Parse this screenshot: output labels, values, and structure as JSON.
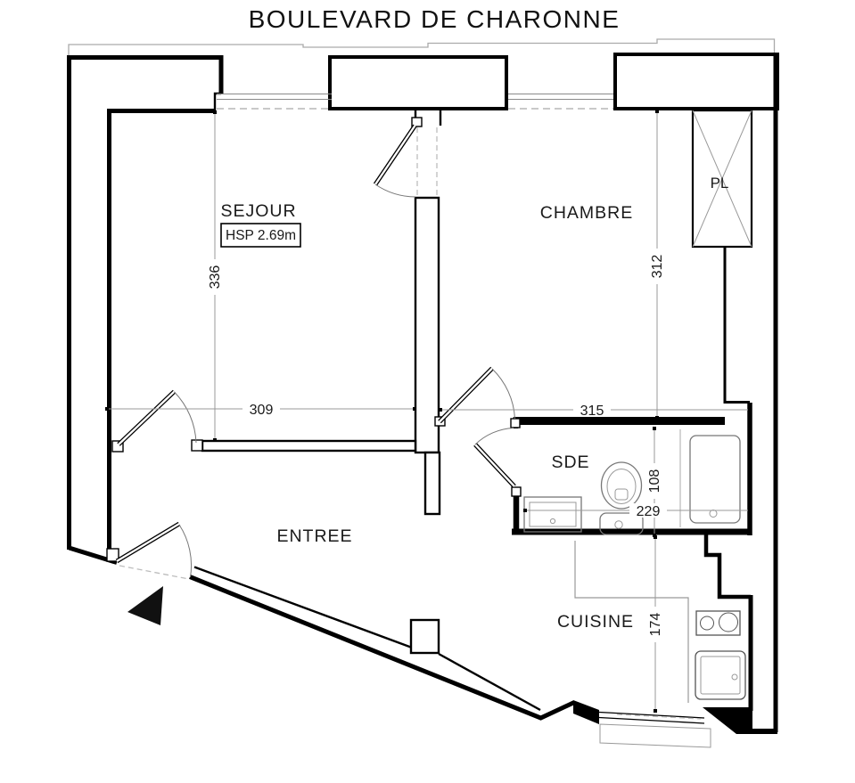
{
  "title": "BOULEVARD DE CHARONNE",
  "rooms": {
    "sejour": {
      "label": "SEJOUR",
      "ceiling": "HSP 2.69m"
    },
    "chambre": {
      "label": "CHAMBRE"
    },
    "entree": {
      "label": "ENTREE"
    },
    "cuisine": {
      "label": "CUISINE"
    },
    "sde": {
      "label": "SDE"
    },
    "placard": {
      "label": "PL"
    }
  },
  "dimensions": {
    "sejour_height": "336",
    "sejour_width": "309",
    "chambre_height": "312",
    "chambre_width": "315",
    "sde_height": "108",
    "sde_width": "229",
    "cuisine_height": "174"
  },
  "colors": {
    "wall": "#000000",
    "fixture": "#777777",
    "dimension_line": "#999999",
    "dashed": "#c9c9c9",
    "background": "#ffffff"
  }
}
